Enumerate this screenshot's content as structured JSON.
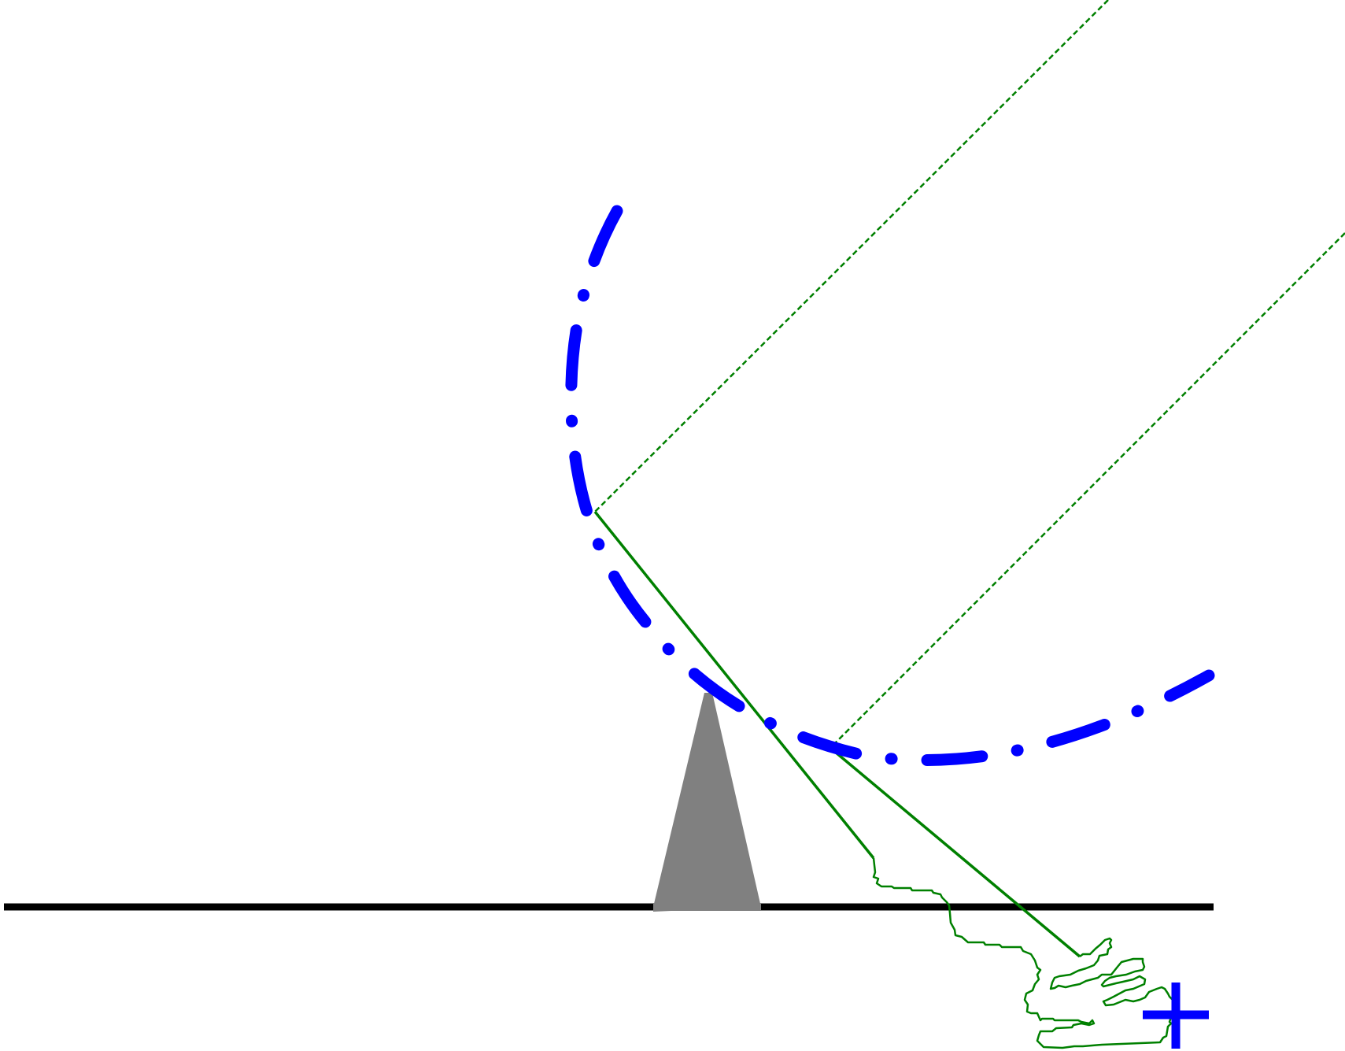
{
  "diagram": {
    "description_text": "",
    "elements": {
      "mirror": {
        "kind": "dashed-dot-arc",
        "color": "#0000ff"
      },
      "ground": {
        "kind": "horizontal-line",
        "color": "#000000"
      },
      "support": {
        "kind": "trapezoid",
        "color": "#808080"
      },
      "incoming_rays": {
        "kind": "dashed-lines",
        "count": 2,
        "color": "#008000"
      },
      "reflected_rays": {
        "kind": "solid-lines",
        "count": 2,
        "color": "#008000"
      },
      "caustic": {
        "kind": "jagged-outline",
        "color": "#008000"
      },
      "focus_marker": {
        "kind": "cross",
        "color": "#0000ff"
      }
    }
  }
}
